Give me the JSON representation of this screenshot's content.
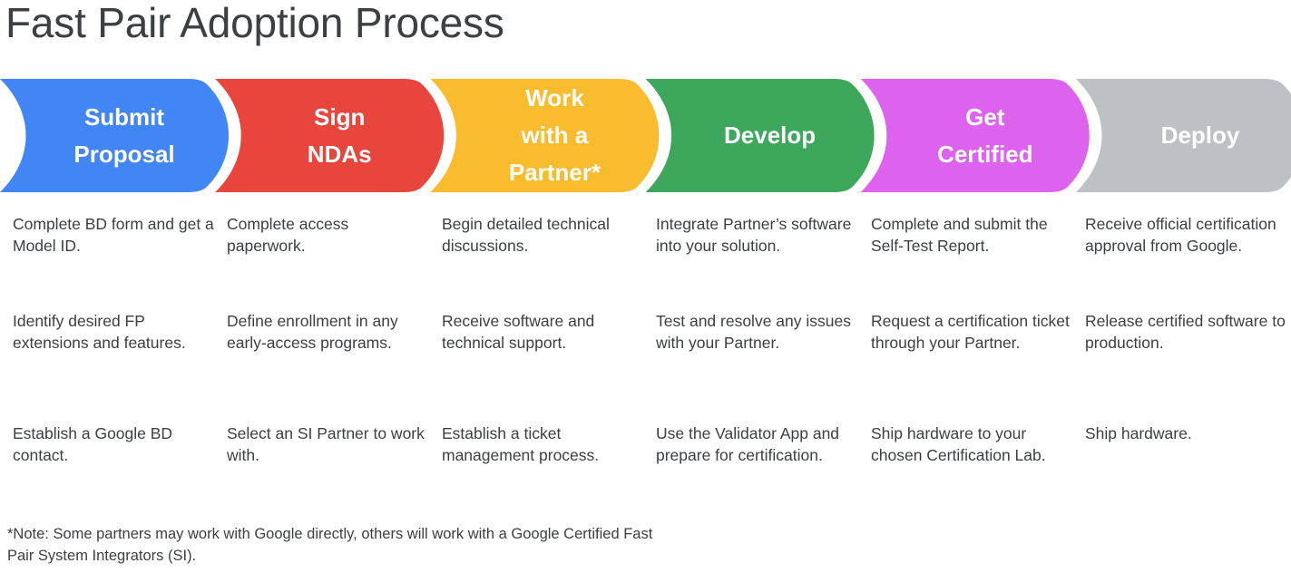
{
  "page": {
    "title": "Fast Pair Adoption Process",
    "background_color": "#ffffff",
    "text_color": "#3c4043"
  },
  "chart_data": {
    "type": "table",
    "title": "Fast Pair Adoption Process",
    "layout": "process-flow-chevrons-with-columns",
    "stage_count": 6,
    "bullets_per_stage": 3,
    "stages": [
      {
        "label": "Submit\nProposal",
        "color": "#4285F4",
        "color_name": "google-blue",
        "bullets": [
          "Complete BD form and get a Model ID.",
          "Identify desired FP extensions and features.",
          "Establish a Google BD contact."
        ]
      },
      {
        "label": "Sign\nNDAs",
        "color": "#E8453C",
        "color_name": "google-red",
        "bullets": [
          "Complete access paperwork.",
          "Define enrollment in any early-access programs.",
          "Select an SI Partner to work with."
        ]
      },
      {
        "label": "Work\nwith a\nPartner*",
        "color": "#FABC2F",
        "color_name": "google-yellow",
        "bullets": [
          "Begin detailed technical discussions.",
          "Receive software and technical support.",
          "Establish a ticket management process."
        ]
      },
      {
        "label": "Develop",
        "color": "#3DA85C",
        "color_name": "google-green",
        "bullets": [
          "Integrate Partner’s software into your solution.",
          "Test and resolve any issues with your Partner.",
          "Use the Validator App and prepare for certification."
        ]
      },
      {
        "label": "Get\nCertified",
        "color": "#DD62EE",
        "color_name": "magenta",
        "bullets": [
          "Complete and submit the Self-Test Report.",
          "Request a certification ticket through your Partner.",
          "Ship hardware to your chosen Certification Lab."
        ]
      },
      {
        "label": "Deploy",
        "color": "#BDC1C6",
        "color_name": "gray",
        "bullets": [
          "Receive official certification approval from Google.",
          "Release certified software to production.",
          "Ship hardware."
        ]
      }
    ]
  },
  "footnote": "*Note: Some partners may work with Google directly, others will work with a Google Certified Fast Pair System Integrators (SI)."
}
